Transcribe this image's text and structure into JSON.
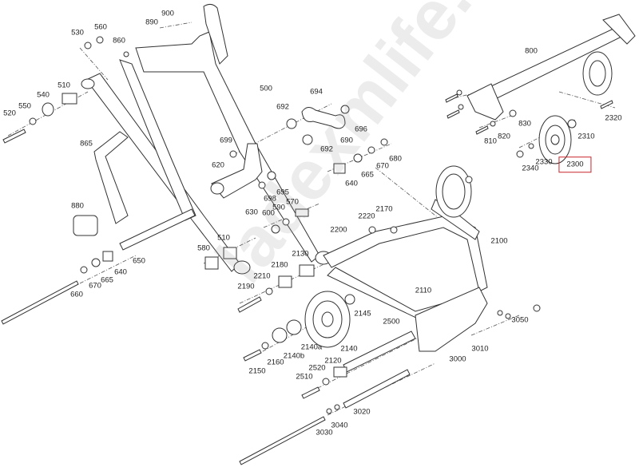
{
  "diagram": {
    "title": "Rear suspension exploded view",
    "highlight_color": "#c8242b",
    "highlighted_part": "2300",
    "watermark": "ladexmlife.ru",
    "front_arm_labels": [
      "900",
      "890",
      "530",
      "560",
      "860",
      "510",
      "540",
      "550",
      "520",
      "500",
      "865",
      "880"
    ],
    "link_labels": [
      "694",
      "692",
      "696",
      "690",
      "692",
      "699",
      "620",
      "695",
      "698",
      "630",
      "600",
      "590",
      "570",
      "680",
      "670",
      "665",
      "640",
      "510",
      "580"
    ],
    "shaft_labels": [
      "650",
      "640",
      "665",
      "670",
      "660"
    ],
    "rear_arm_labels": [
      "2200",
      "2220",
      "2170",
      "2130",
      "2180",
      "2210",
      "2190",
      "2110",
      "2145",
      "2140a",
      "2140",
      "2140b",
      "2160",
      "2150",
      "2500",
      "3010",
      "3000",
      "3050",
      "2120",
      "2520",
      "2510",
      "3020",
      "3040",
      "3030",
      "2100"
    ],
    "idler_shaft_labels": [
      "800",
      "830",
      "820",
      "810",
      "2320",
      "2310",
      "2340",
      "2330",
      "2300"
    ]
  }
}
